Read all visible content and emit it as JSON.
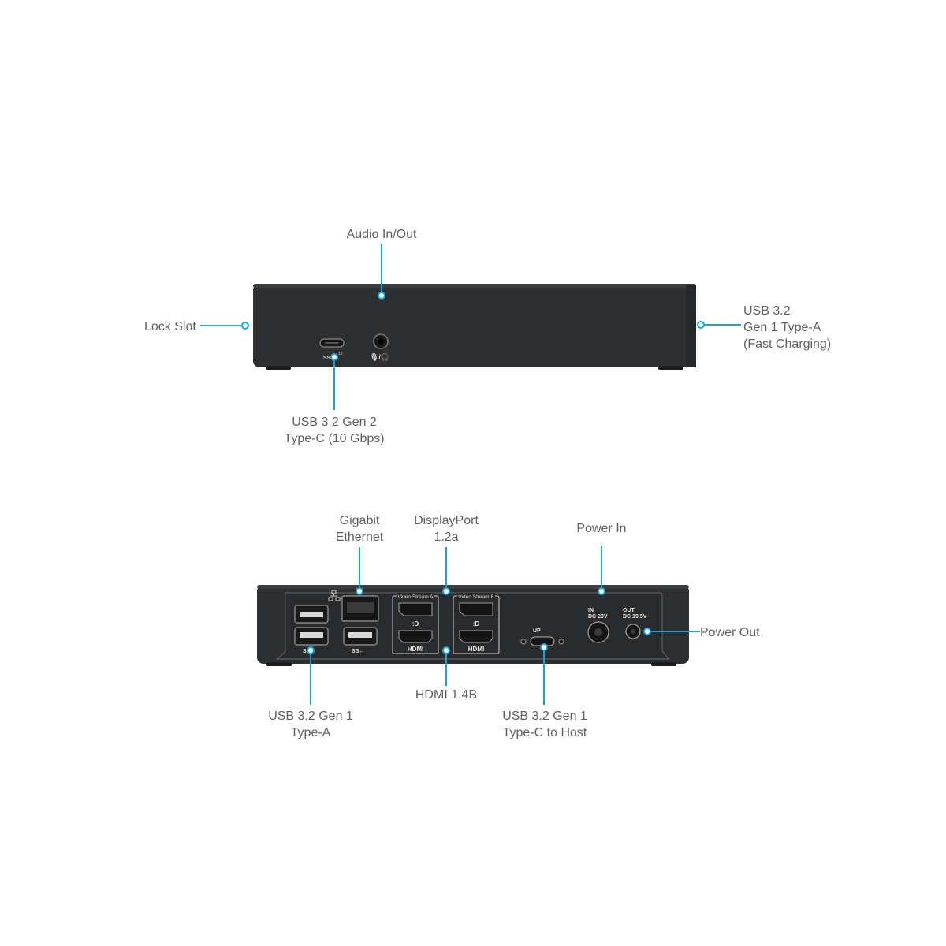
{
  "colors": {
    "callout": "#1aa3d9",
    "device": "#2e2f31",
    "label_text": "#5f5f5f"
  },
  "front_view": {
    "audio": {
      "label": "Audio In/Out"
    },
    "lock_slot": {
      "label": "Lock Slot"
    },
    "usb_a_fast": {
      "lines": [
        "USB 3.2",
        "Gen 1 Type-A",
        "(Fast Charging)"
      ]
    },
    "usb_c_gen2": {
      "lines": [
        "USB 3.2 Gen 2",
        "Type-C (10 Gbps)"
      ]
    },
    "port_marks": {
      "usb_c": "SS←",
      "usb_c_sup": "10",
      "audio": "🎙/🎧"
    }
  },
  "rear_view": {
    "ethernet": {
      "lines": [
        "Gigabit",
        "Ethernet"
      ]
    },
    "displayport": {
      "lines": [
        "DisplayPort",
        "1.2a"
      ]
    },
    "power_in": {
      "label": "Power In"
    },
    "power_out": {
      "label": "Power Out"
    },
    "hdmi": {
      "label": "HDMI 1.4B"
    },
    "usb_a_gen1": {
      "lines": [
        "USB 3.2 Gen 1",
        "Type-A"
      ]
    },
    "usb_c_host": {
      "lines": [
        "USB 3.2 Gen 1",
        "Type-C to Host"
      ]
    },
    "port_marks": {
      "stream_a": "Video Stream A",
      "stream_b": "Video Stream B",
      "hdmi_a": "HDMI",
      "hdmi_b": "HDMI",
      "dp_a": ":D",
      "dp_b": ":D",
      "usb_mark_1": "SS←",
      "usb_mark_2": "SS←",
      "up": "UP",
      "in": "IN",
      "in_dc": "DC 20V",
      "out": "OUT",
      "out_dc": "DC 19.5V"
    }
  }
}
